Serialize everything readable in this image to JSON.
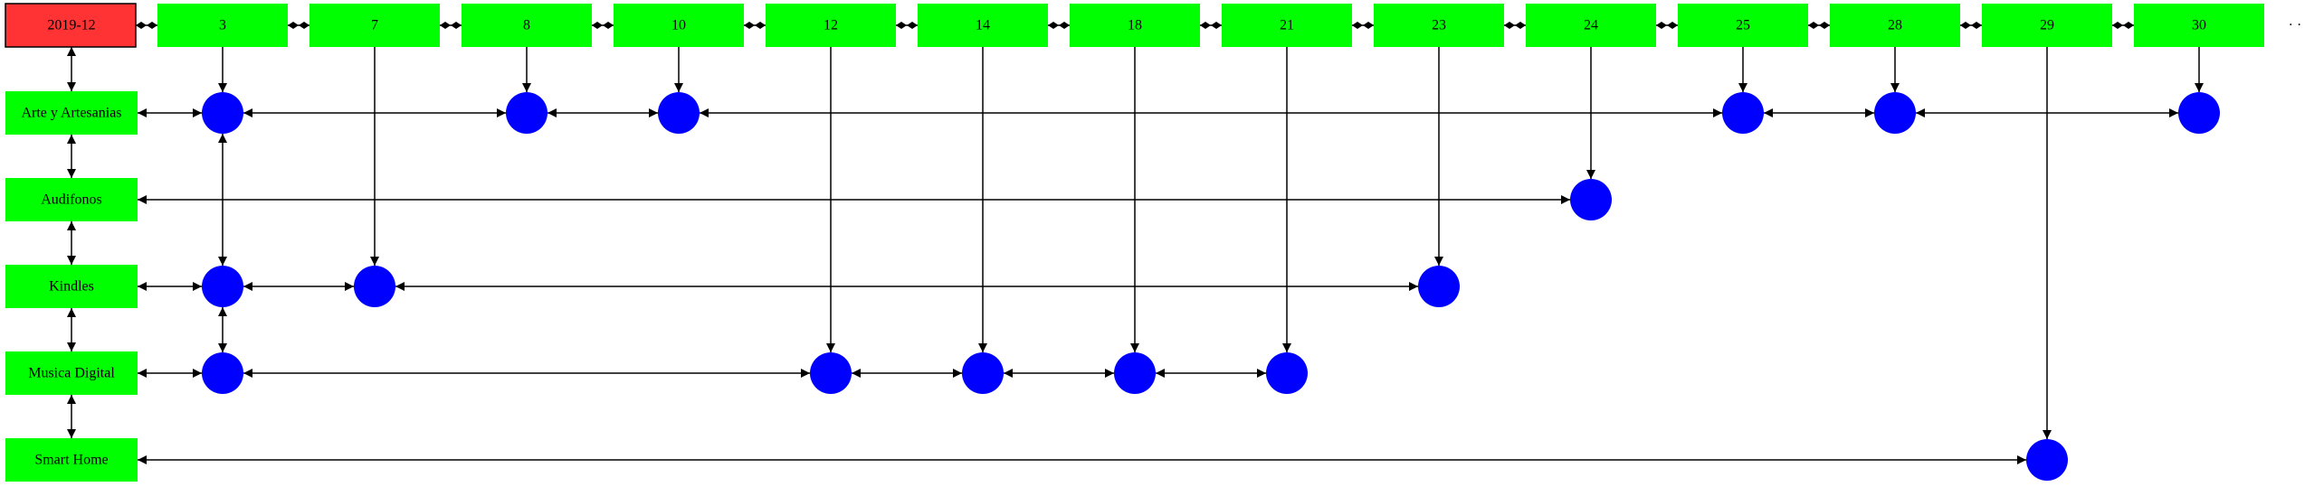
{
  "colors": {
    "header_fill": "#ff3333",
    "node_fill": "#00ff00",
    "dot_fill": "#0000ff",
    "edge": "#000000"
  },
  "header": {
    "label": "2019-12"
  },
  "days": [
    "3",
    "7",
    "8",
    "10",
    "12",
    "14",
    "18",
    "21",
    "23",
    "24",
    "25",
    "28",
    "29",
    "30"
  ],
  "ellipsis": "· ·",
  "categories": [
    "Arte y Artesanias",
    "Audifonos",
    "Kindles",
    "Musica Digital",
    "Smart Home"
  ],
  "dots": [
    {
      "day": "3",
      "category": "Arte y Artesanias"
    },
    {
      "day": "8",
      "category": "Arte y Artesanias"
    },
    {
      "day": "10",
      "category": "Arte y Artesanias"
    },
    {
      "day": "25",
      "category": "Arte y Artesanias"
    },
    {
      "day": "28",
      "category": "Arte y Artesanias"
    },
    {
      "day": "30",
      "category": "Arte y Artesanias"
    },
    {
      "day": "24",
      "category": "Audifonos"
    },
    {
      "day": "3",
      "category": "Kindles"
    },
    {
      "day": "7",
      "category": "Kindles"
    },
    {
      "day": "23",
      "category": "Kindles"
    },
    {
      "day": "3",
      "category": "Musica Digital"
    },
    {
      "day": "12",
      "category": "Musica Digital"
    },
    {
      "day": "14",
      "category": "Musica Digital"
    },
    {
      "day": "18",
      "category": "Musica Digital"
    },
    {
      "day": "21",
      "category": "Musica Digital"
    },
    {
      "day": "29",
      "category": "Smart Home"
    }
  ]
}
